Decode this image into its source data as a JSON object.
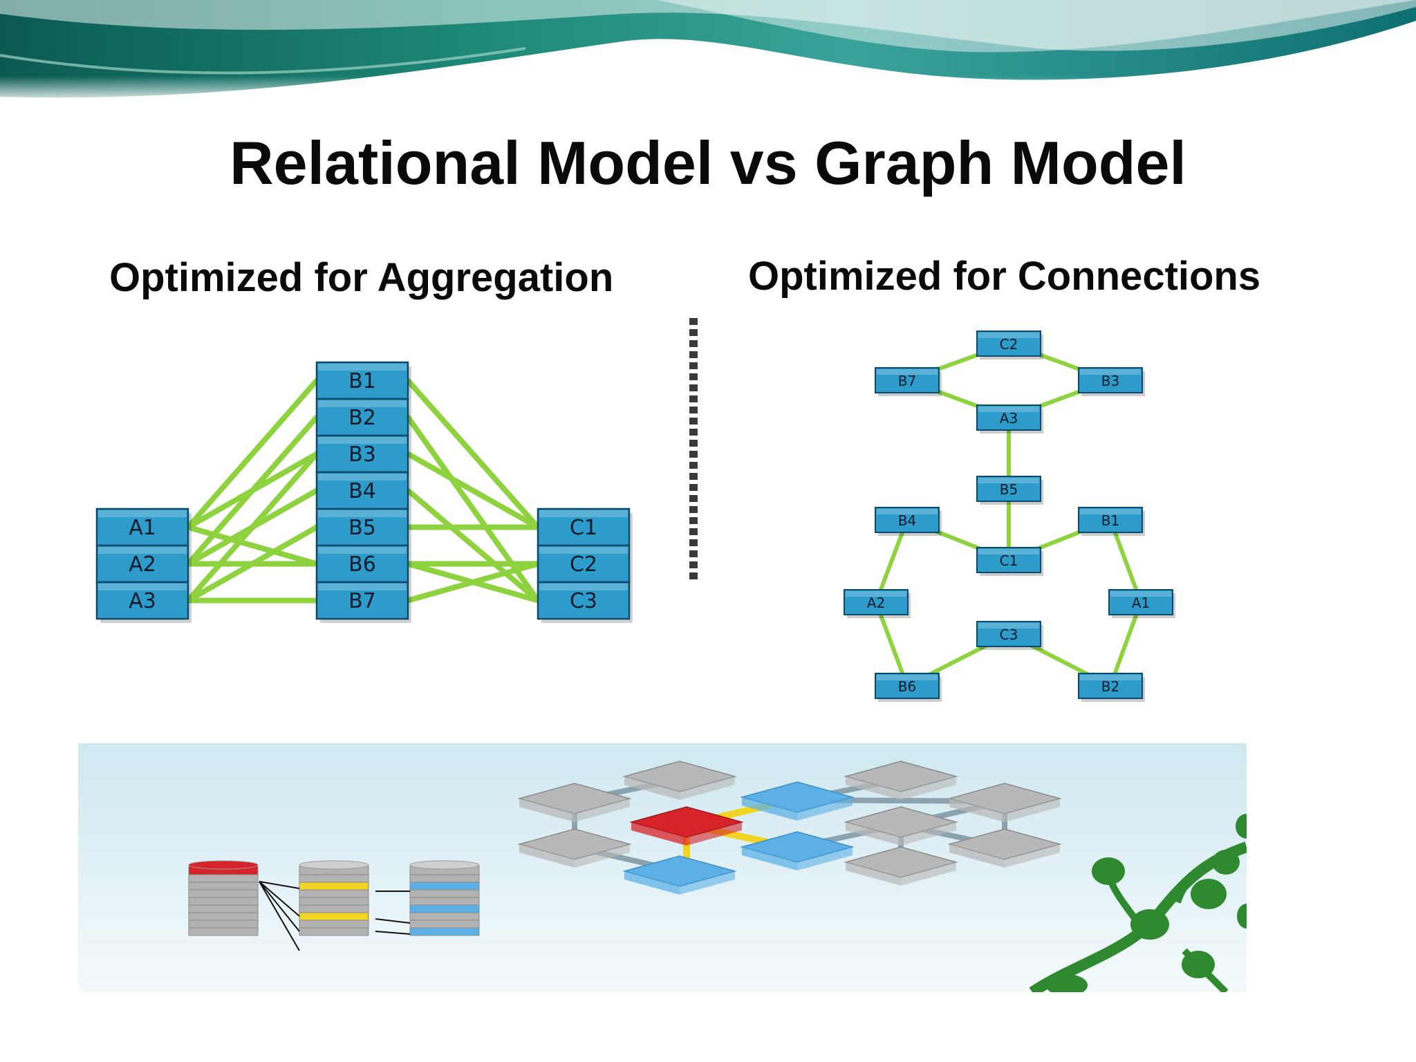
{
  "slide": {
    "title": "Relational Model vs Graph Model",
    "subheading_left": "Optimized for Aggregation",
    "subheading_right": "Optimized for Connections"
  },
  "colors": {
    "node_fill": "#2e9ccb",
    "node_border": "#0d4a6b",
    "edge": "#8fd23f",
    "highlight_red": "#d6232a",
    "highlight_yellow": "#f2d522",
    "highlight_blue": "#5cb0e6"
  },
  "relational": {
    "tables": [
      {
        "id": "A",
        "rows": [
          "A1",
          "A2",
          "A3"
        ]
      },
      {
        "id": "B",
        "rows": [
          "B1",
          "B2",
          "B3",
          "B4",
          "B5",
          "B6",
          "B7"
        ]
      },
      {
        "id": "C",
        "rows": [
          "C1",
          "C2",
          "C3"
        ]
      }
    ],
    "edges": [
      [
        "A1",
        "B1"
      ],
      [
        "A1",
        "B3"
      ],
      [
        "A1",
        "B6"
      ],
      [
        "A2",
        "B2"
      ],
      [
        "A2",
        "B4"
      ],
      [
        "A2",
        "B6"
      ],
      [
        "A3",
        "B3"
      ],
      [
        "A3",
        "B5"
      ],
      [
        "A3",
        "B7"
      ],
      [
        "B1",
        "C1"
      ],
      [
        "B2",
        "C3"
      ],
      [
        "B3",
        "C1"
      ],
      [
        "B4",
        "C3"
      ],
      [
        "B5",
        "C1"
      ],
      [
        "B6",
        "C2"
      ],
      [
        "B6",
        "C3"
      ],
      [
        "B7",
        "C2"
      ]
    ]
  },
  "graph": {
    "nodes": [
      "C2",
      "B7",
      "B3",
      "A3",
      "B5",
      "B4",
      "B1",
      "C1",
      "A2",
      "A1",
      "C3",
      "B6",
      "B2"
    ],
    "edges": [
      [
        "B7",
        "C2"
      ],
      [
        "C2",
        "B3"
      ],
      [
        "B7",
        "A3"
      ],
      [
        "A3",
        "B3"
      ],
      [
        "A3",
        "B5"
      ],
      [
        "B5",
        "C1"
      ],
      [
        "B4",
        "C1"
      ],
      [
        "C1",
        "B1"
      ],
      [
        "B4",
        "A2"
      ],
      [
        "B1",
        "A1"
      ],
      [
        "A2",
        "B6"
      ],
      [
        "A1",
        "B2"
      ],
      [
        "B6",
        "C3"
      ],
      [
        "C3",
        "B2"
      ]
    ]
  },
  "illustration": {
    "icons": [
      "relational-table-stack-icon",
      "graph-network-icon",
      "tree-branch-icon"
    ]
  }
}
